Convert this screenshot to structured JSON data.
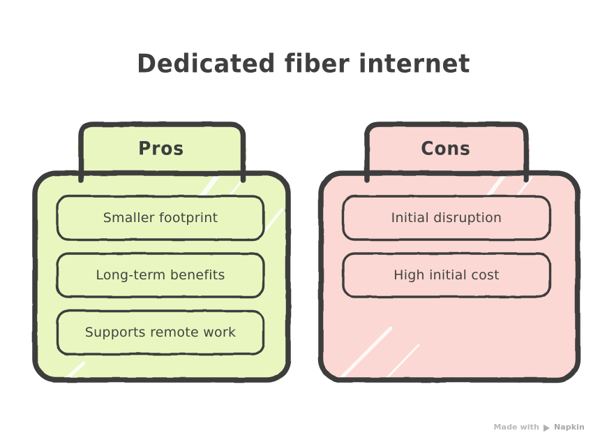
{
  "page": {
    "title": "Dedicated fiber internet",
    "background_color": "#ffffff",
    "ink_color": "#3d3d3d",
    "text_color": "#43433f"
  },
  "panels": [
    {
      "id": "pros",
      "tab_label": "Pros",
      "accent_fill": "#e9f6c0",
      "accent_texture": "#e4f4b2",
      "items": [
        {
          "label": "Smaller footprint"
        },
        {
          "label": "Long-term benefits"
        },
        {
          "label": "Supports remote work"
        }
      ]
    },
    {
      "id": "cons",
      "tab_label": "Cons",
      "accent_fill": "#fbd8d4",
      "accent_texture": "#fbcfcb",
      "items": [
        {
          "label": "Initial disruption"
        },
        {
          "label": "High initial cost"
        }
      ]
    }
  ],
  "watermark": {
    "prefix": "Made with",
    "brand": "Napkin",
    "logo_icon": "play-triangle-icon",
    "color": "#b7b7b7"
  }
}
